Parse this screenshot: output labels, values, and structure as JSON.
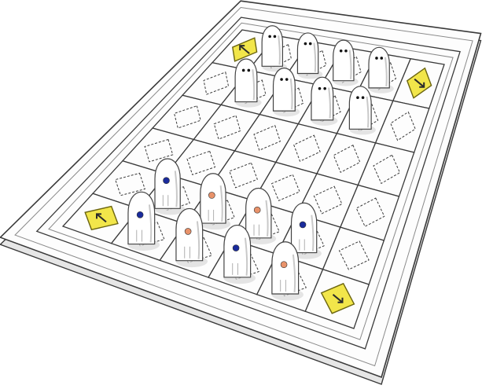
{
  "game": {
    "rows": 6,
    "cols": 6,
    "colors": {
      "background": "#ffffff",
      "board_fill": "#fdfdfd",
      "line": "#3a3a3a",
      "line_light": "#8a8a8a",
      "ghost_body": "#ffffff",
      "ghost_shadow": "#d8d8d8",
      "ghost_outline": "#444444",
      "eye": "#111111",
      "exit_fill": "#f2e64a",
      "exit_border": "#6b6510",
      "exit_arrow": "#2b2b2b",
      "good_dot": "#1a2b9c",
      "evil_dot": "#e8926a"
    },
    "exits": [
      {
        "row": 0,
        "col": 0,
        "direction": "up-left",
        "icon": "exit-arrow-icon"
      },
      {
        "row": 0,
        "col": 5,
        "direction": "down-right",
        "icon": "exit-arrow-icon"
      },
      {
        "row": 5,
        "col": 0,
        "direction": "up-left",
        "icon": "exit-arrow-icon"
      },
      {
        "row": 5,
        "col": 5,
        "direction": "down-right",
        "icon": "exit-arrow-icon"
      }
    ],
    "opponent_ghosts": [
      {
        "row": 0,
        "col": 1
      },
      {
        "row": 0,
        "col": 2
      },
      {
        "row": 0,
        "col": 3
      },
      {
        "row": 0,
        "col": 4
      },
      {
        "row": 1,
        "col": 1
      },
      {
        "row": 1,
        "col": 2
      },
      {
        "row": 1,
        "col": 3
      },
      {
        "row": 1,
        "col": 4
      }
    ],
    "player_ghosts": [
      {
        "row": 4,
        "col": 1,
        "marker": "blue"
      },
      {
        "row": 4,
        "col": 2,
        "marker": "red"
      },
      {
        "row": 4,
        "col": 3,
        "marker": "red"
      },
      {
        "row": 4,
        "col": 4,
        "marker": "blue"
      },
      {
        "row": 5,
        "col": 1,
        "marker": "blue"
      },
      {
        "row": 5,
        "col": 2,
        "marker": "red"
      },
      {
        "row": 5,
        "col": 3,
        "marker": "blue"
      },
      {
        "row": 5,
        "col": 4,
        "marker": "red"
      }
    ]
  }
}
